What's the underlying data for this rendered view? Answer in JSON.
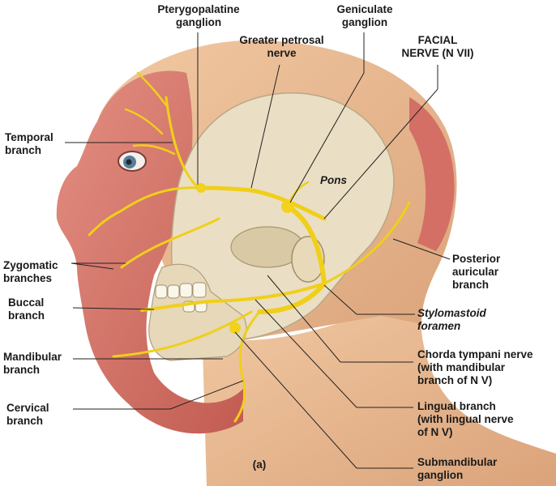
{
  "labels": {
    "pterygopalatine": "Pterygopalatine\nganglion",
    "geniculate": "Geniculate\nganglion",
    "greater_petrosal": "Greater petrosal\nnerve",
    "facial_nerve": "FACIAL\nNERVE (N VII)",
    "temporal": "Temporal\nbranch",
    "pons": "Pons",
    "zygomatic": "Zygomatic\nbranches",
    "posterior_auricular": "Posterior\nauricular\nbranch",
    "buccal": "Buccal\nbranch",
    "stylomastoid": "Stylomastoid\nforamen",
    "mandibular": "Mandibular\nbranch",
    "chorda_tympani": "Chorda tympani nerve\n(with mandibular\nbranch of N V)",
    "cervical": "Cervical\nbranch",
    "lingual": "Lingual branch\n(with lingual nerve\nof N V)",
    "submandibular": "Submandibular\nganglion",
    "panel": "(a)"
  },
  "colors": {
    "skin": "#e9b98f",
    "muscle": "#d9796e",
    "bone": "#e8dcc0",
    "nerve": "#f2d21c",
    "leader": "#222222"
  }
}
